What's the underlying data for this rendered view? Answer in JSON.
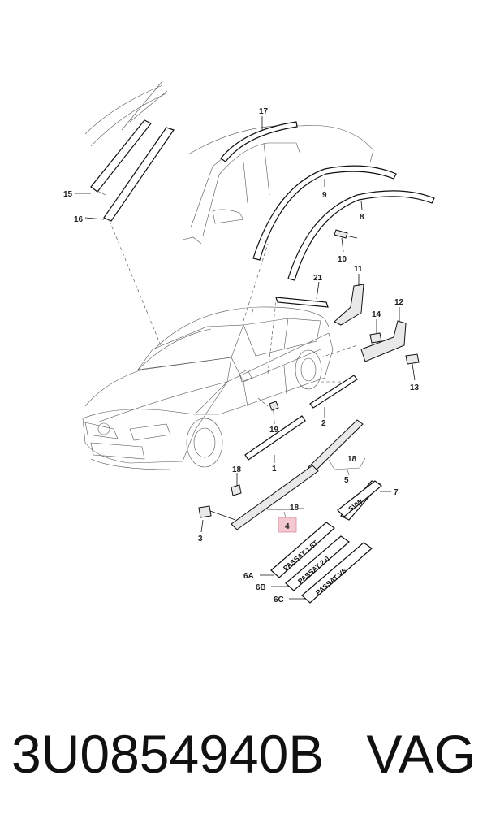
{
  "callouts": {
    "c17": "17",
    "c15": "15",
    "c16": "16",
    "c9": "9",
    "c8": "8",
    "c10": "10",
    "c11": "11",
    "c21": "21",
    "c14": "14",
    "c12": "12",
    "c13": "13",
    "c19": "19",
    "c2": "2",
    "c18a": "18",
    "c5": "5",
    "c18b": "18",
    "c1": "1",
    "c18c": "18",
    "c4": "4",
    "c3": "3",
    "c7": "7",
    "c6a": "6A",
    "c6b": "6B",
    "c6c": "6C"
  },
  "plates": {
    "svw": "SVW",
    "p18t": "PASSAT 1.8T",
    "p20": "PASSAT 2.0",
    "pv6": "PASSAT V6"
  },
  "footer": {
    "part_number": "3U0854940B",
    "brand": "VAG"
  },
  "colors": {
    "highlight_box": "#f4c8cf",
    "ink": "#111111"
  }
}
